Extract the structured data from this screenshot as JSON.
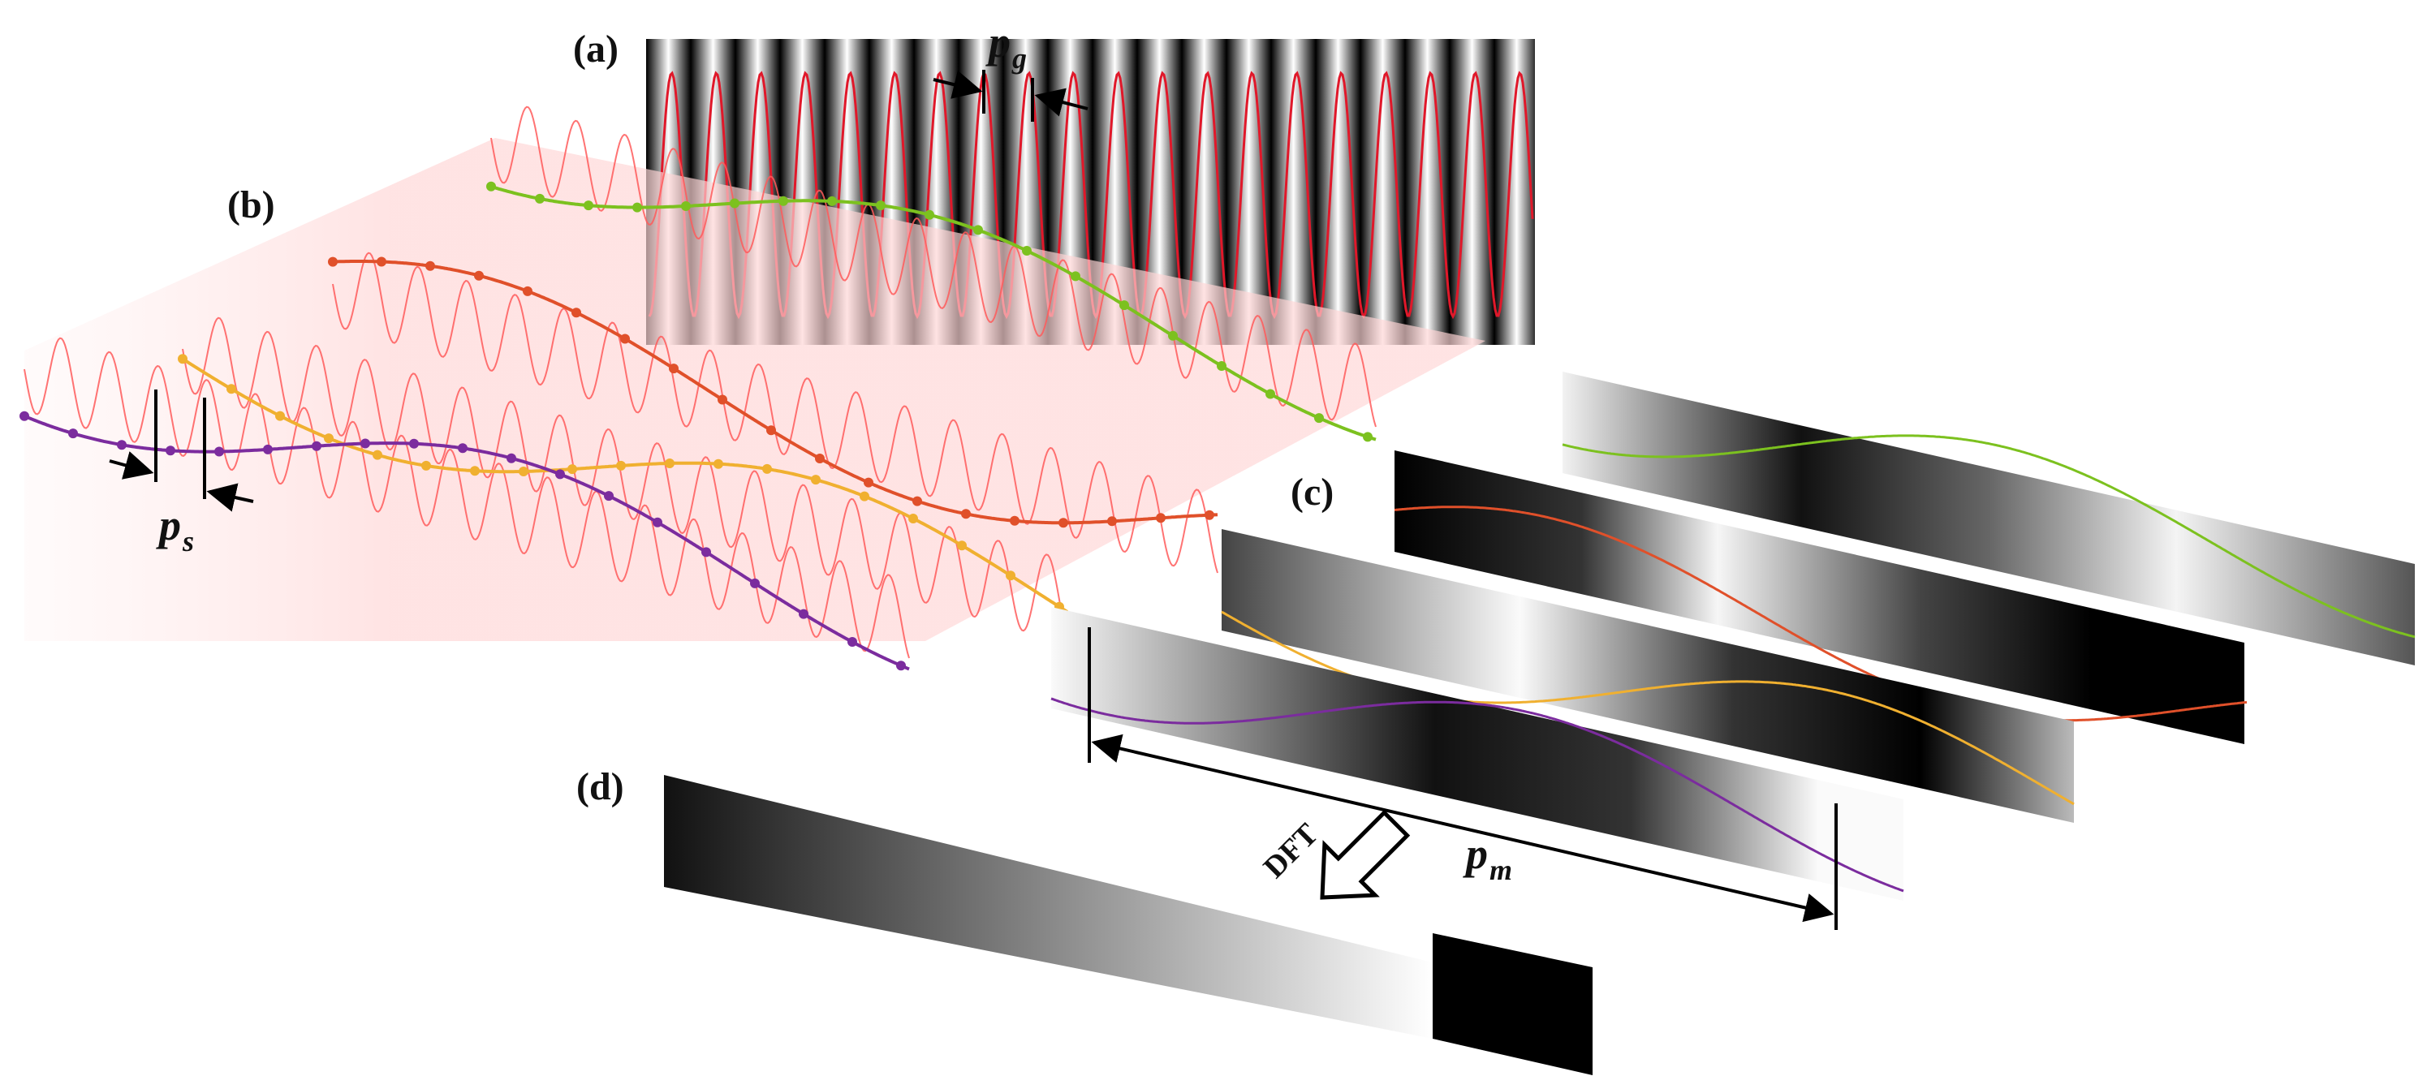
{
  "labels": {
    "a": "(a)",
    "b": "(b)",
    "c": "(c)",
    "d": "(d)"
  },
  "symbols": {
    "pg_main": "p",
    "pg_sub": "g",
    "ps_main": "p",
    "ps_sub": "s",
    "pm_main": "p",
    "pm_sub": "m"
  },
  "dft_label": "DFT",
  "colors": {
    "green": "#7cc11f",
    "red_orange": "#e0502a",
    "yellow": "#f0b030",
    "purple": "#7b2c9e",
    "grating_line": "#e0182a",
    "sampled_wave": "#ff5a5a",
    "plane_tint": "#ffdada",
    "arrow": "#000000"
  },
  "icons": {
    "dft_arrow": "hollow-arrow-icon",
    "period_marker": "inward-arrows-icon"
  }
}
